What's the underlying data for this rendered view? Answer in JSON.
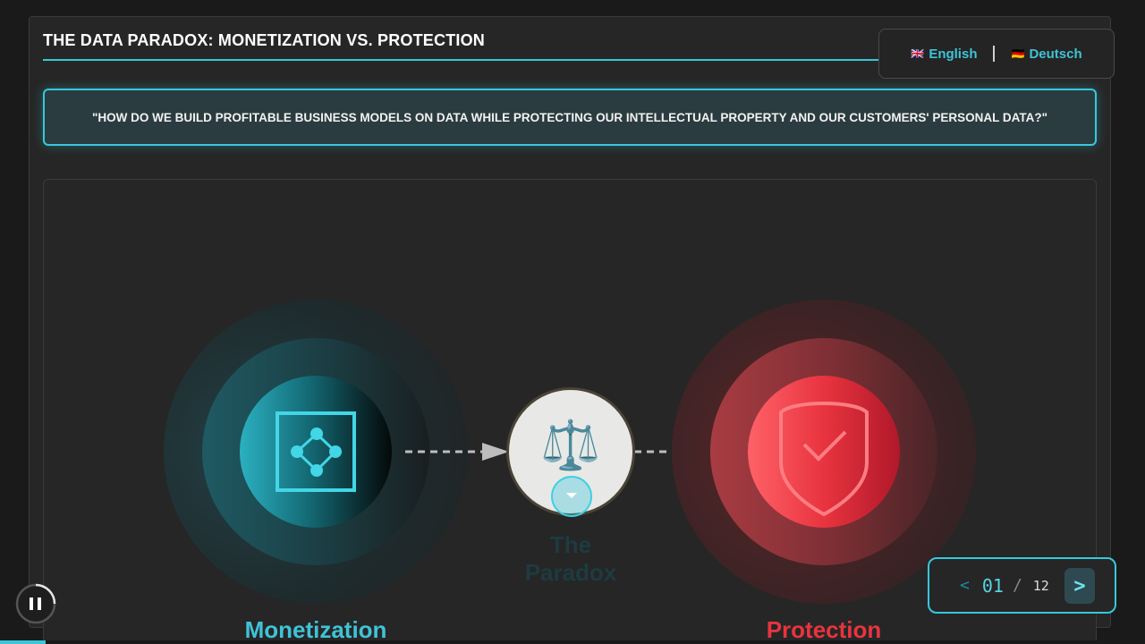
{
  "header": {
    "title": "THE DATA PARADOX: MONETIZATION VS. PROTECTION"
  },
  "language_switcher": {
    "options": [
      {
        "flag": "🇬🇧",
        "label": "English"
      },
      {
        "flag": "🇩🇪",
        "label": "Deutsch"
      }
    ]
  },
  "question": "\"HOW DO WE BUILD PROFITABLE BUSINESS MODELS ON DATA WHILE PROTECTING OUR INTELLECTUAL PROPERTY AND OUR CUSTOMERS' PERSONAL DATA?\"",
  "diagram": {
    "left_label": "Monetization",
    "center_label": "The Paradox",
    "right_label": "Protection",
    "center_icon": "⚖️"
  },
  "pager": {
    "prev_label": "<",
    "current": "01",
    "separator": "/",
    "total": "12",
    "next_label": ">"
  },
  "progress": {
    "fraction": 0.04
  },
  "colors": {
    "accent": "#38c6d8",
    "protection": "#e8343f"
  },
  "icons": {
    "play_pause": "pause-icon",
    "monetization": "network-box-icon",
    "protection": "shield-check-icon",
    "center_toggle": "chevron-down-icon"
  }
}
